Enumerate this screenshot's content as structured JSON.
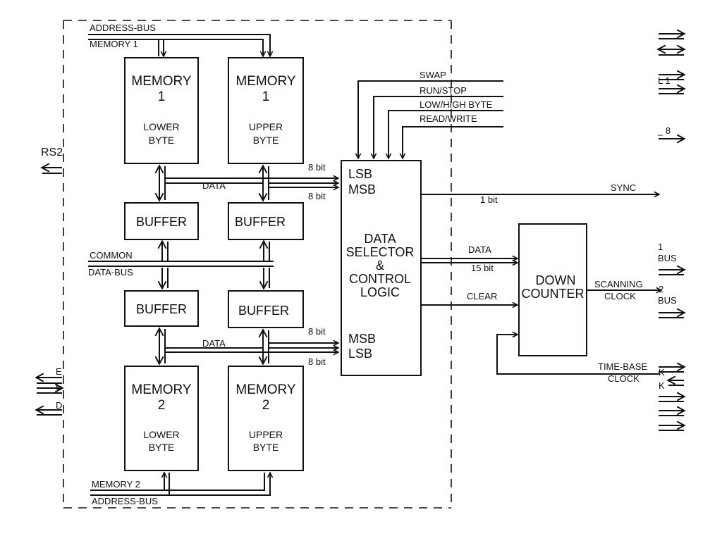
{
  "blocks": {
    "memory1_lower": {
      "title": "MEMORY",
      "num": "1",
      "sub1": "LOWER",
      "sub2": "BYTE"
    },
    "memory1_upper": {
      "title": "MEMORY",
      "num": "1",
      "sub1": "UPPER",
      "sub2": "BYTE"
    },
    "memory2_lower": {
      "title": "MEMORY",
      "num": "2",
      "sub1": "LOWER",
      "sub2": "BYTE"
    },
    "memory2_upper": {
      "title": "MEMORY",
      "num": "2",
      "sub1": "UPPER",
      "sub2": "BYTE"
    },
    "buffer_tl": "BUFFER",
    "buffer_tr": "BUFFER",
    "buffer_bl": "BUFFER",
    "buffer_br": "BUFFER",
    "selector": {
      "lsb_top": "LSB",
      "msb_top": "MSB",
      "line1": "DATA",
      "line2": "SELECTOR",
      "line3": "&",
      "line4": "CONTROL",
      "line5": "LOGIC",
      "msb_bottom": "MSB",
      "lsb_bottom": "LSB"
    },
    "counter": {
      "line1": "DOWN",
      "line2": "COUNTER"
    }
  },
  "labels": {
    "address_bus_top": "ADDRESS-BUS",
    "memory1_bus": "MEMORY 1",
    "rs2": "RS2",
    "data_top": "DATA",
    "bit8_a": "8 bit",
    "bit8_b": "8 bit",
    "common": "COMMON",
    "data_bus": "DATA-BUS",
    "data_bottom": "DATA",
    "bit8_c": "8 bit",
    "bit8_d": "8 bit",
    "memory2_bus": "MEMORY 2",
    "address_bus_bottom": "ADDRESS-BUS",
    "swap": "SWAP",
    "run_stop": "RUN/STOP",
    "low_high": "LOW/HIGH BYTE",
    "read_write": "READ/WRITE",
    "sync": "SYNC",
    "bit1": "1 bit",
    "data_right": "DATA",
    "bit15": "15 bit",
    "clear": "CLEAR",
    "scanning": "SCANNING",
    "clock_scan": "CLOCK",
    "time_base": "TIME-BASE",
    "clock_tb": "CLOCK",
    "right_1": "1",
    "right_bus1": "BUS",
    "right_2": "2",
    "right_bus2": "BUS",
    "frag_l1": "L 1",
    "frag_8": "_ 8",
    "frag_k1": "K",
    "frag_k2": "K",
    "frag_e1": "E",
    "frag_e2": "E",
    "frag_d": "D"
  }
}
